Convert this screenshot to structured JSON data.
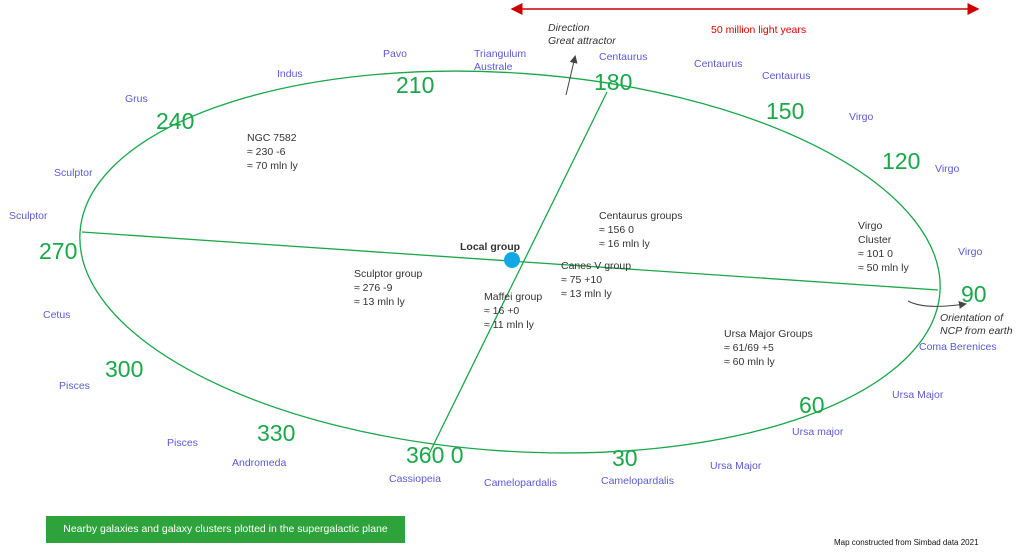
{
  "scale": {
    "label": "50 million light years"
  },
  "annotations": {
    "attractor": [
      "Direction",
      "Great attractor"
    ],
    "ncp": [
      "Orientation of",
      "NCP from earth"
    ]
  },
  "center": {
    "label": "Local group"
  },
  "degrees": [
    "180",
    "150",
    "120",
    "90",
    "60",
    "30",
    "360 0",
    "330",
    "300",
    "270",
    "240",
    "210"
  ],
  "constellations": [
    "Pavo",
    "Indus",
    "Grus",
    "Triangulum",
    "Australe",
    "Centaurus",
    "Centaurus",
    "Centaurus",
    "Virgo",
    "Virgo",
    "Virgo",
    "Coma Berenices",
    "Ursa Major",
    "Ursa major",
    "Ursa Major",
    "Camelopardalis",
    "Camelopardalis",
    "Cassiopeia",
    "Andromeda",
    "Pisces",
    "Pisces",
    "Cetus",
    "Sculptor",
    "Sculptor"
  ],
  "groups": [
    {
      "name": "NGC 7582",
      "coords": "≈  230  -6",
      "dist": "≈ 70 mln ly"
    },
    {
      "name": "Centaurus groups",
      "coords": "≈ 156  0",
      "dist": "≈ 16 mln ly"
    },
    {
      "name": "Sculptor group",
      "coords": "≈ 276  -9",
      "dist": "≈ 13 mln ly"
    },
    {
      "name": "Canes V group",
      "coords": "≈  75 +10",
      "dist": "≈ 13 mln ly"
    },
    {
      "name": "Maffei group",
      "coords": "≈ 16 +0",
      "dist": "≈ 11 mln ly"
    },
    {
      "name": "Virgo",
      "name2": "Cluster",
      "coords": "≈ 101  0",
      "dist": "≈ 50 mln ly"
    },
    {
      "name": "Ursa Major Groups",
      "coords": "≈ 61/69   +5",
      "dist": "≈ 60 mln ly"
    }
  ],
  "caption": "Nearby galaxies and galaxy clusters plotted in the supergalactic plane",
  "credit": "Map constructed from Simbad data 2021",
  "colors": {
    "ellipse": "#19a74a",
    "scale": "#cc0000",
    "center": "#12a8e8"
  }
}
